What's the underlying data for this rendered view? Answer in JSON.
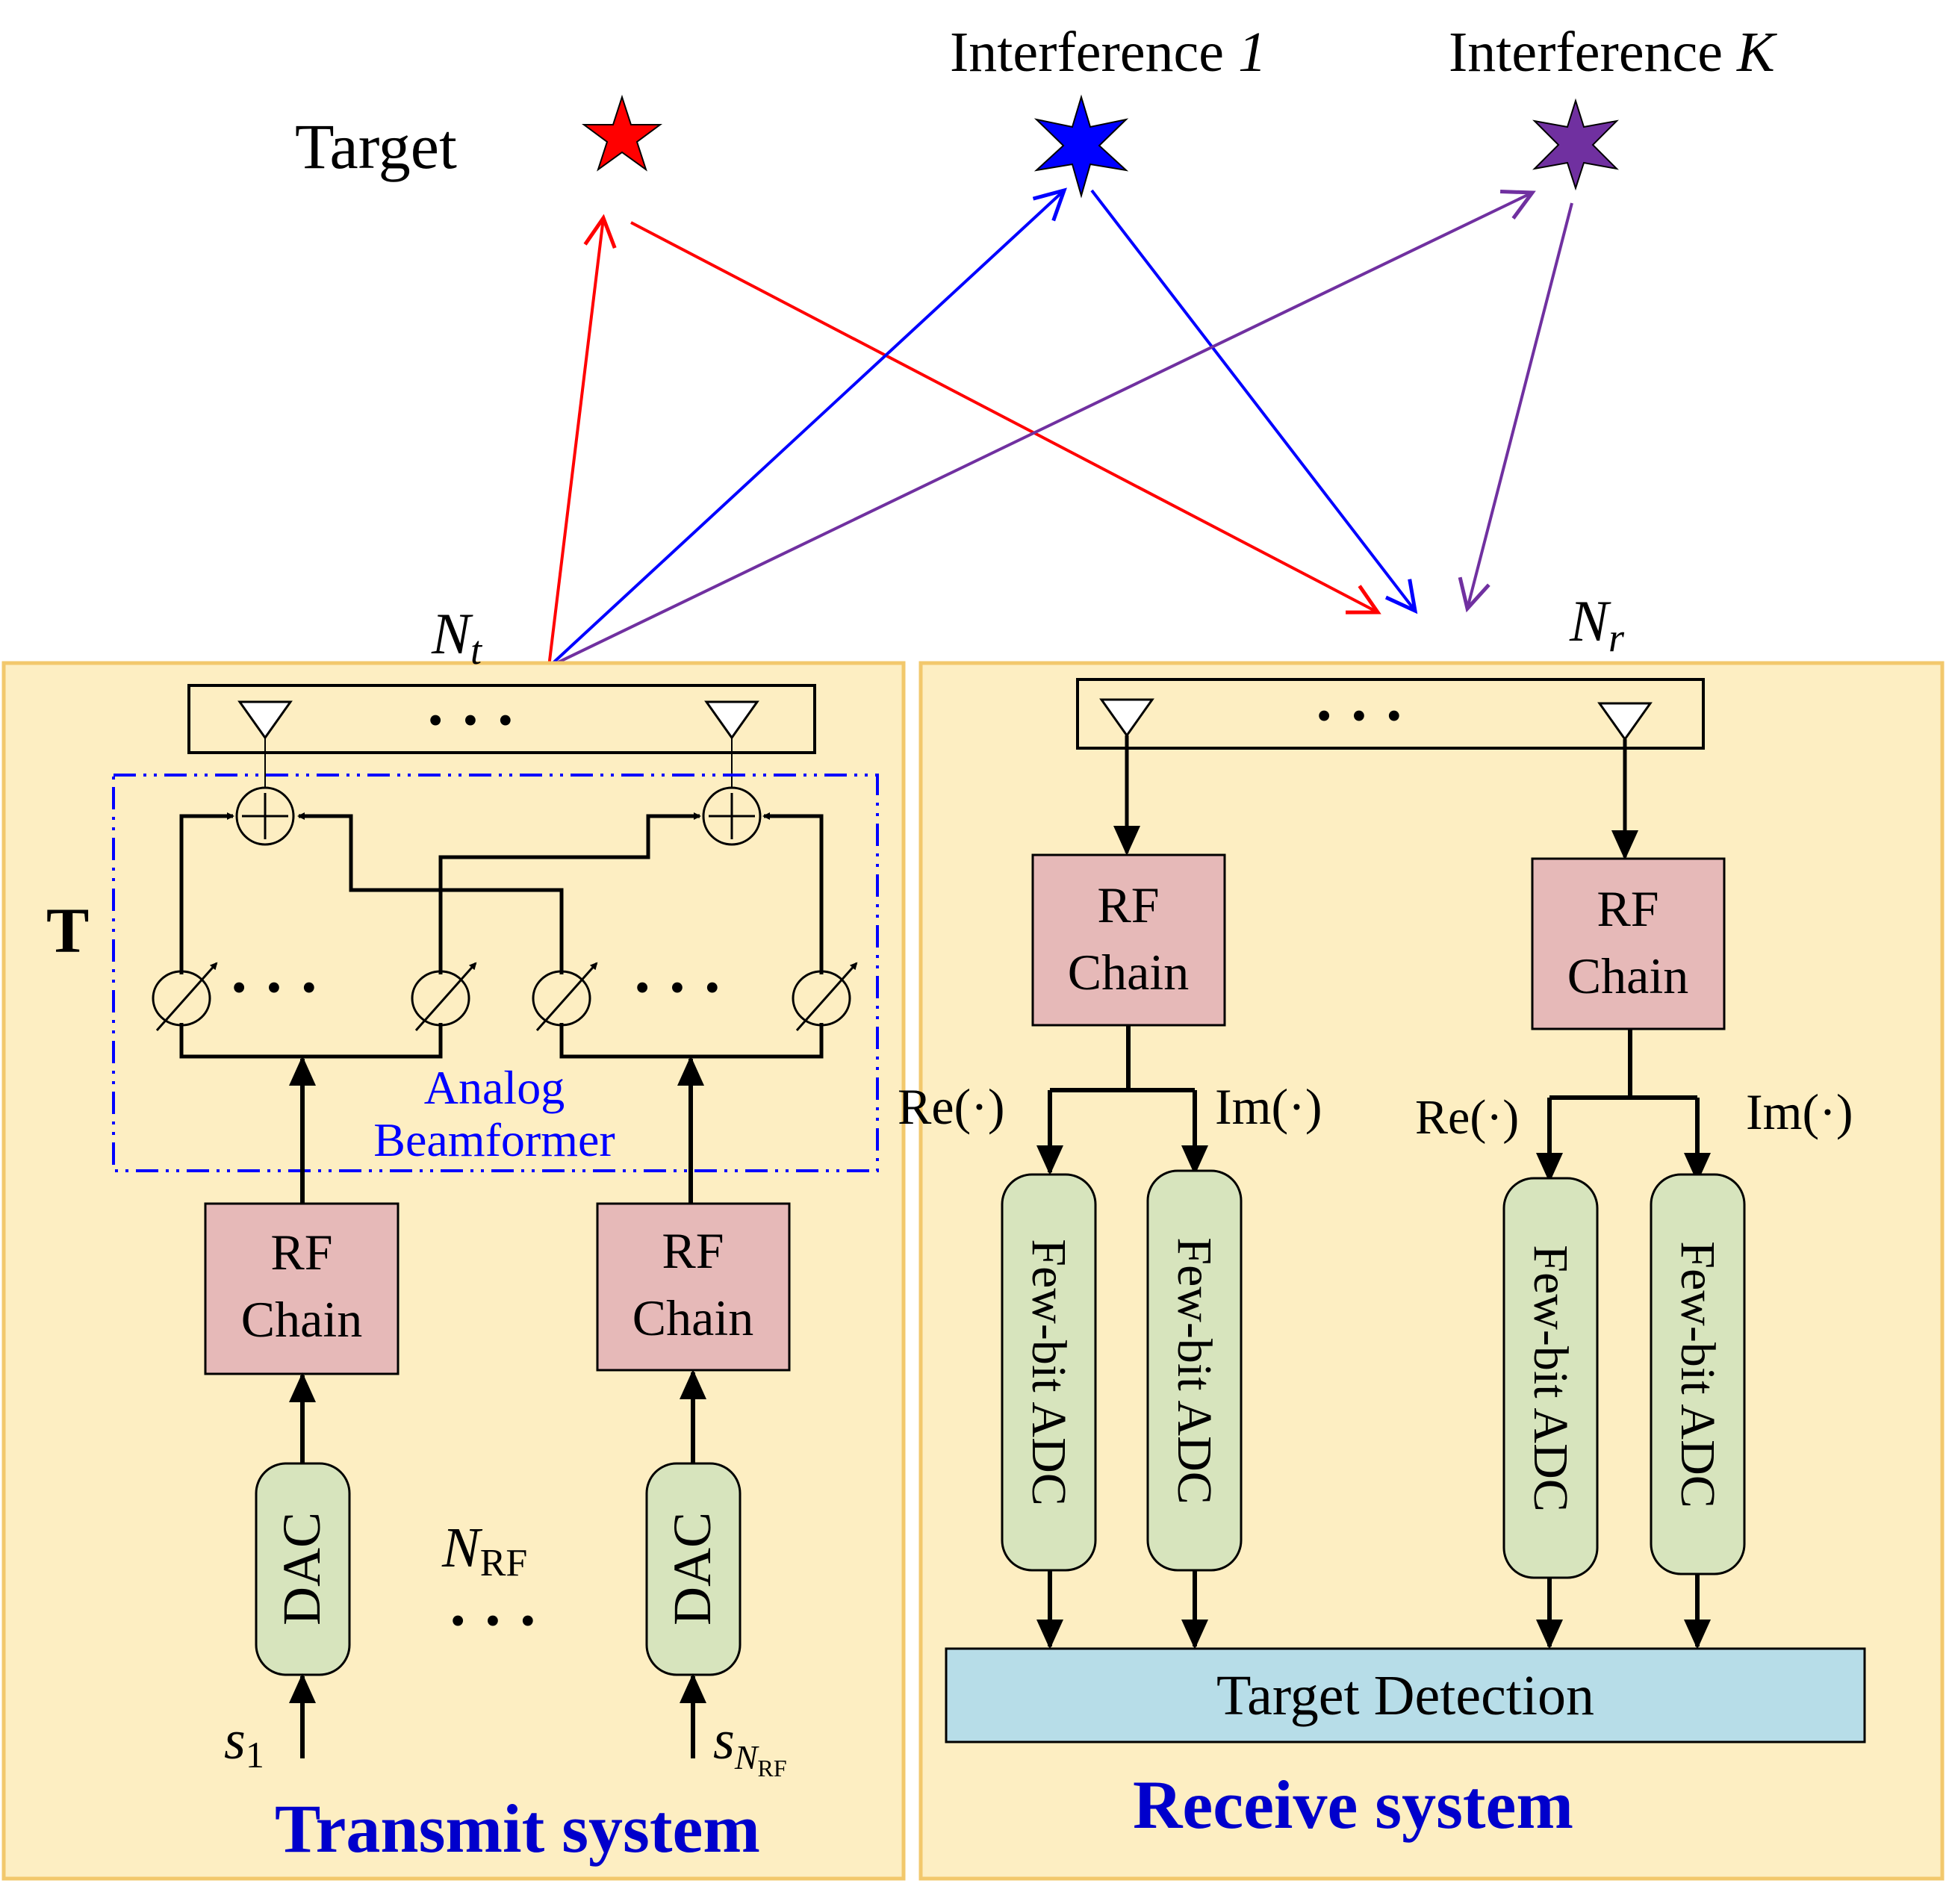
{
  "entities": {
    "target": {
      "label": "Target",
      "color": "#ff0000"
    },
    "interference1": {
      "label": "Interference ",
      "index": "1",
      "color": "#0000ff"
    },
    "interferenceK": {
      "label": "Interference ",
      "index": "K",
      "color": "#7030a0"
    }
  },
  "transmit": {
    "title": "Transmit system",
    "antenna_label": "N",
    "antenna_sub": "t",
    "matrix_label": "T",
    "analog_label_1": "Analog",
    "analog_label_2": "Beamformer",
    "rf_label_1": "RF",
    "rf_label_2": "Chain",
    "dac_label": "DAC",
    "nrf_label": "N",
    "nrf_sub": "RF",
    "s1": "s",
    "s1_sub": "1",
    "sN": "s",
    "sN_sub": "N",
    "sN_subsub": "RF",
    "ellipsis": "• • •"
  },
  "receive": {
    "title": "Receive system",
    "antenna_label": "N",
    "antenna_sub": "r",
    "rf_label_1": "RF",
    "rf_label_2": "Chain",
    "re_label": "Re(·)",
    "im_label": "Im(·)",
    "adc_label": "Few-bit ADC",
    "detection_label": "Target Detection",
    "ellipsis": "• • •"
  },
  "colors": {
    "panel_fill": "#fdeec2",
    "panel_stroke": "#f2c86c",
    "rf_fill": "#e6b9b8",
    "converter_fill": "#d7e4bd",
    "detection_fill": "#b7dde8",
    "title_blue": "#0000cc",
    "beamformer_border": "#0000ff"
  }
}
